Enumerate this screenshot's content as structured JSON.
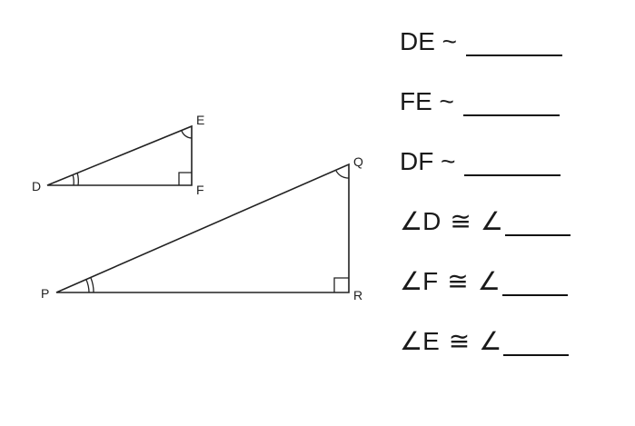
{
  "triangles": {
    "small": {
      "vertices": [
        "D",
        "E",
        "F"
      ],
      "right_angle_at": "F",
      "angle_marks": {
        "D": "double-arc",
        "E": "single-arc",
        "F": "right-angle"
      }
    },
    "large": {
      "vertices": [
        "P",
        "Q",
        "R"
      ],
      "right_angle_at": "R",
      "angle_marks": {
        "P": "double-arc",
        "Q": "single-arc",
        "R": "right-angle"
      }
    }
  },
  "labels": {
    "D": "D",
    "E": "E",
    "F": "F",
    "P": "P",
    "Q": "Q",
    "R": "R"
  },
  "statements": [
    {
      "left": "DE ~",
      "kind": "side"
    },
    {
      "left": "FE ~",
      "kind": "side"
    },
    {
      "left": "DF ~",
      "kind": "side"
    },
    {
      "angle_symbol": "∠",
      "left": "D",
      "congruent": "≅",
      "right_symbol": "∠",
      "kind": "angle"
    },
    {
      "angle_symbol": "∠",
      "left": "F",
      "congruent": "≅",
      "right_symbol": "∠",
      "kind": "angle"
    },
    {
      "angle_symbol": "∠",
      "left": "E",
      "congruent": "≅",
      "right_symbol": "∠",
      "kind": "angle"
    }
  ]
}
